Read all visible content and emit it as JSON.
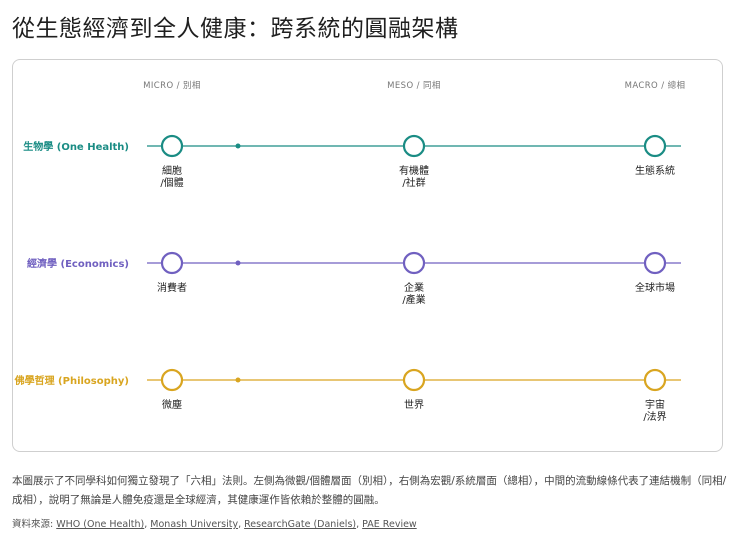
{
  "title": "從生態經濟到全人健康：跨系統的圓融架構",
  "scale_labels": [
    "MICRO / 別相",
    "MESO / 同相",
    "MACRO / 總相"
  ],
  "rows": [
    {
      "label": "生物學 (One Health)",
      "color": "#1a8c84",
      "nodes": [
        [
          "細胞",
          "/個體"
        ],
        [
          "有機體",
          "/社群"
        ],
        [
          "生態系統"
        ]
      ]
    },
    {
      "label": "經濟學 (Economics)",
      "color": "#7060c0",
      "nodes": [
        [
          "消費者"
        ],
        [
          "企業",
          "/產業"
        ],
        [
          "全球市場"
        ]
      ]
    },
    {
      "label": "佛學哲理 (Philosophy)",
      "color": "#d9a520",
      "nodes": [
        [
          "微塵"
        ],
        [
          "世界"
        ],
        [
          "宇宙",
          "/法界"
        ]
      ]
    }
  ],
  "caption": "本圖展示了不同學科如何獨立發現了「六相」法則。左側為微觀/個體層面（別相），右側為宏觀/系統層面（總相），中間的流動線條代表了連結機制（同相/成相），說明了無論是人體免疫還是全球經濟，其健康運作皆依賴於整體的圓融。",
  "sources": {
    "prefix": "資料來源: ",
    "links": [
      "WHO (One Health)",
      "Monash University",
      "ResearchGate (Daniels)",
      "PAE Review"
    ]
  }
}
